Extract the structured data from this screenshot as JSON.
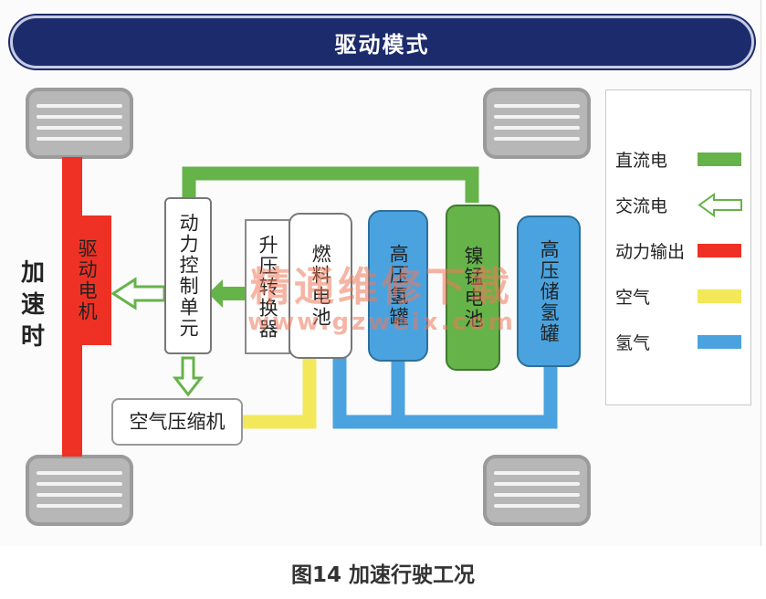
{
  "header": {
    "title": "驱动模式"
  },
  "side_label": [
    "加",
    "速",
    "时"
  ],
  "components": {
    "motor": "驱动电机",
    "pcu": "动力控制单元",
    "boost_converter": "升压转换器",
    "fuel_cell": "燃料电池",
    "h2_tank_left": "高压氢罐",
    "battery": "镍锰电池",
    "h2_tank_right": "高压储氢罐",
    "air_compressor": "空气压缩机"
  },
  "legend": {
    "items": [
      {
        "label": "直流电",
        "color": "#66b34a",
        "style": "solid"
      },
      {
        "label": "交流电",
        "color": "#66b34a",
        "style": "hollow-arrow"
      },
      {
        "label": "动力输出",
        "color": "#ee3124",
        "style": "solid"
      },
      {
        "label": "空气",
        "color": "#f2e85a",
        "style": "solid"
      },
      {
        "label": "氢气",
        "color": "#4aa3df",
        "style": "solid"
      }
    ]
  },
  "watermark": {
    "line1": "精通维修下载",
    "line2": "www.gzweix.com"
  },
  "caption": "图14  加速行驶工况"
}
